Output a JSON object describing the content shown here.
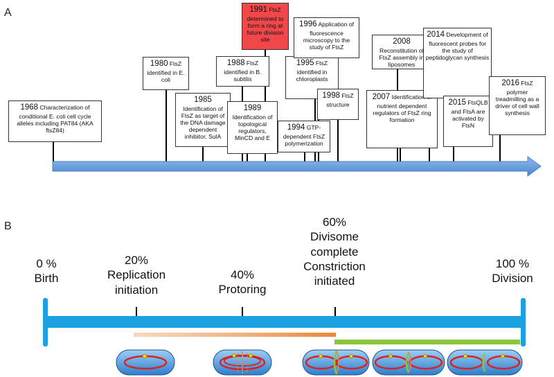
{
  "panels": {
    "a": "A",
    "b": "B"
  },
  "timeline_a": {
    "events": [
      {
        "id": "1968",
        "year": "1968",
        "text": "Characterization of conditional E. coli cell cycle alleles including PAT84 (AKA ftsZ84)"
      },
      {
        "id": "1980",
        "year": "1980",
        "text": "FtsZ identified in E. coli"
      },
      {
        "id": "1985",
        "year": "1985",
        "text": "Identification of FtsZ as target of the DNA damage dependent inhibitor, SulA"
      },
      {
        "id": "1988",
        "year": "1988",
        "text": "FtsZ identified in B. subtilis"
      },
      {
        "id": "1989",
        "year": "1989",
        "text": "Identification of topological regulators, MinCD and E"
      },
      {
        "id": "1991",
        "year": "1991",
        "text": "FtsZ determined to form a ring at future division site"
      },
      {
        "id": "1994",
        "year": "1994",
        "text": "GTP-dependent FtsZ polymerization"
      },
      {
        "id": "1995",
        "year": "1995",
        "text": "FtsZ identified in chloroplasts"
      },
      {
        "id": "1996",
        "year": "1996",
        "text": "Application of fluorescence microscopy to the study of FtsZ"
      },
      {
        "id": "1998",
        "year": "1998",
        "text": "FtsZ structure"
      },
      {
        "id": "2007",
        "year": "2007",
        "text": "Identification of nutrient dependent regulators of FtsZ ring formation"
      },
      {
        "id": "2008",
        "year": "2008",
        "text": "Reconstitution of FtsZ assembly in liposomes"
      },
      {
        "id": "2014",
        "year": "2014",
        "text": "Development of fluorescent probes for the study of peptidoglycan synthesis"
      },
      {
        "id": "2015",
        "year": "2015",
        "text": "FtsQLB and FtsA are activated by FtsN"
      },
      {
        "id": "2016",
        "year": "2016",
        "text": "FtsZ polymer treadmilling as a driver of cell wall synthesis"
      }
    ]
  },
  "timeline_b": {
    "stages": [
      {
        "id": "birth",
        "pct": "0 %",
        "label": "Birth"
      },
      {
        "id": "replication",
        "pct": "20%",
        "label": "Replication initiation"
      },
      {
        "id": "protoring",
        "pct": "40%",
        "label": "Protoring"
      },
      {
        "id": "divisome",
        "pct": "60%",
        "label": "Divisome complete Constriction initiated"
      },
      {
        "id": "division",
        "pct": "100 %",
        "label": "Division"
      }
    ]
  },
  "colors": {
    "arrow": "#5b9bd5",
    "bar": "#1ba1e2",
    "highlight": "#f2474a",
    "orange": "#e8883a",
    "green": "#8cc63e",
    "ring": "#e02020",
    "cell": "#3b8fd6",
    "dot": "#f5d11a"
  }
}
